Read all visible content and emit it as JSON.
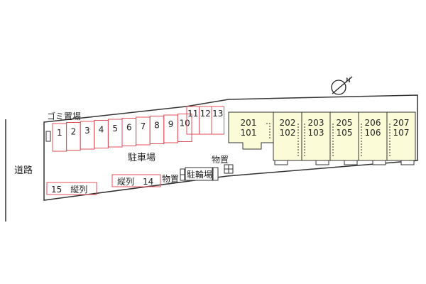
{
  "road_label": "道路",
  "garbage_label": "ゴミ置場",
  "parking_label": "駐車場",
  "bicycle_label": "駐輪場",
  "storage_label_1": "物置",
  "storage_label_2": "物置",
  "upper_spaces": [
    "1",
    "2",
    "3",
    "4",
    "5",
    "6",
    "7",
    "8",
    "9",
    "10"
  ],
  "corner_spaces": [
    "11",
    "12",
    "13"
  ],
  "lower_space_left": "15　縦列",
  "lower_space_right": "縦列　14",
  "units": [
    {
      "upper": "201",
      "lower": "101"
    },
    {
      "upper": "202",
      "lower": "102"
    },
    {
      "upper": "203",
      "lower": "103"
    },
    {
      "upper": "205",
      "lower": "105"
    },
    {
      "upper": "206",
      "lower": "106"
    },
    {
      "upper": "207",
      "lower": "107"
    }
  ],
  "north_symbol": "N",
  "colors": {
    "parking_line": "#e0505a",
    "building_fill": "#fbfbd8",
    "outline": "#333333"
  }
}
